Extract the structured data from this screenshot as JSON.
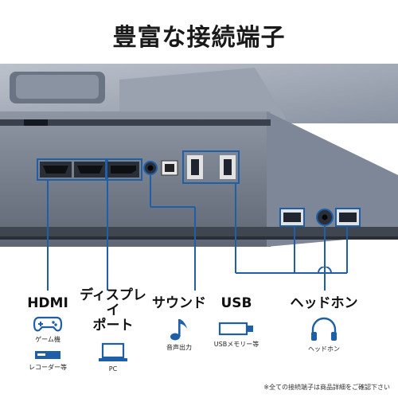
{
  "title": "豊富な接続端子",
  "accent_color": "#1f5fa8",
  "categories": [
    {
      "label": "HDMI",
      "items": [
        {
          "icon": "gamepad-icon",
          "label": "ゲーム機"
        },
        {
          "icon": "recorder-icon",
          "label": "レコーダー等"
        }
      ]
    },
    {
      "label_line1": "ディスプレイ",
      "label_line2": "ポート",
      "items": [
        {
          "icon": "laptop-icon",
          "label": "PC"
        }
      ]
    },
    {
      "label": "サウンド",
      "items": [
        {
          "icon": "music-note-icon",
          "label": "音声出力"
        }
      ]
    },
    {
      "label": "USB",
      "items": [
        {
          "icon": "usb-stick-icon",
          "label": "USBメモリー等"
        }
      ]
    },
    {
      "label": "ヘッドホン",
      "items": [
        {
          "icon": "headphones-icon",
          "label": "ヘッドホン"
        }
      ]
    }
  ],
  "footnote": "※全ての接続端子は商品詳細をご確認下さい"
}
